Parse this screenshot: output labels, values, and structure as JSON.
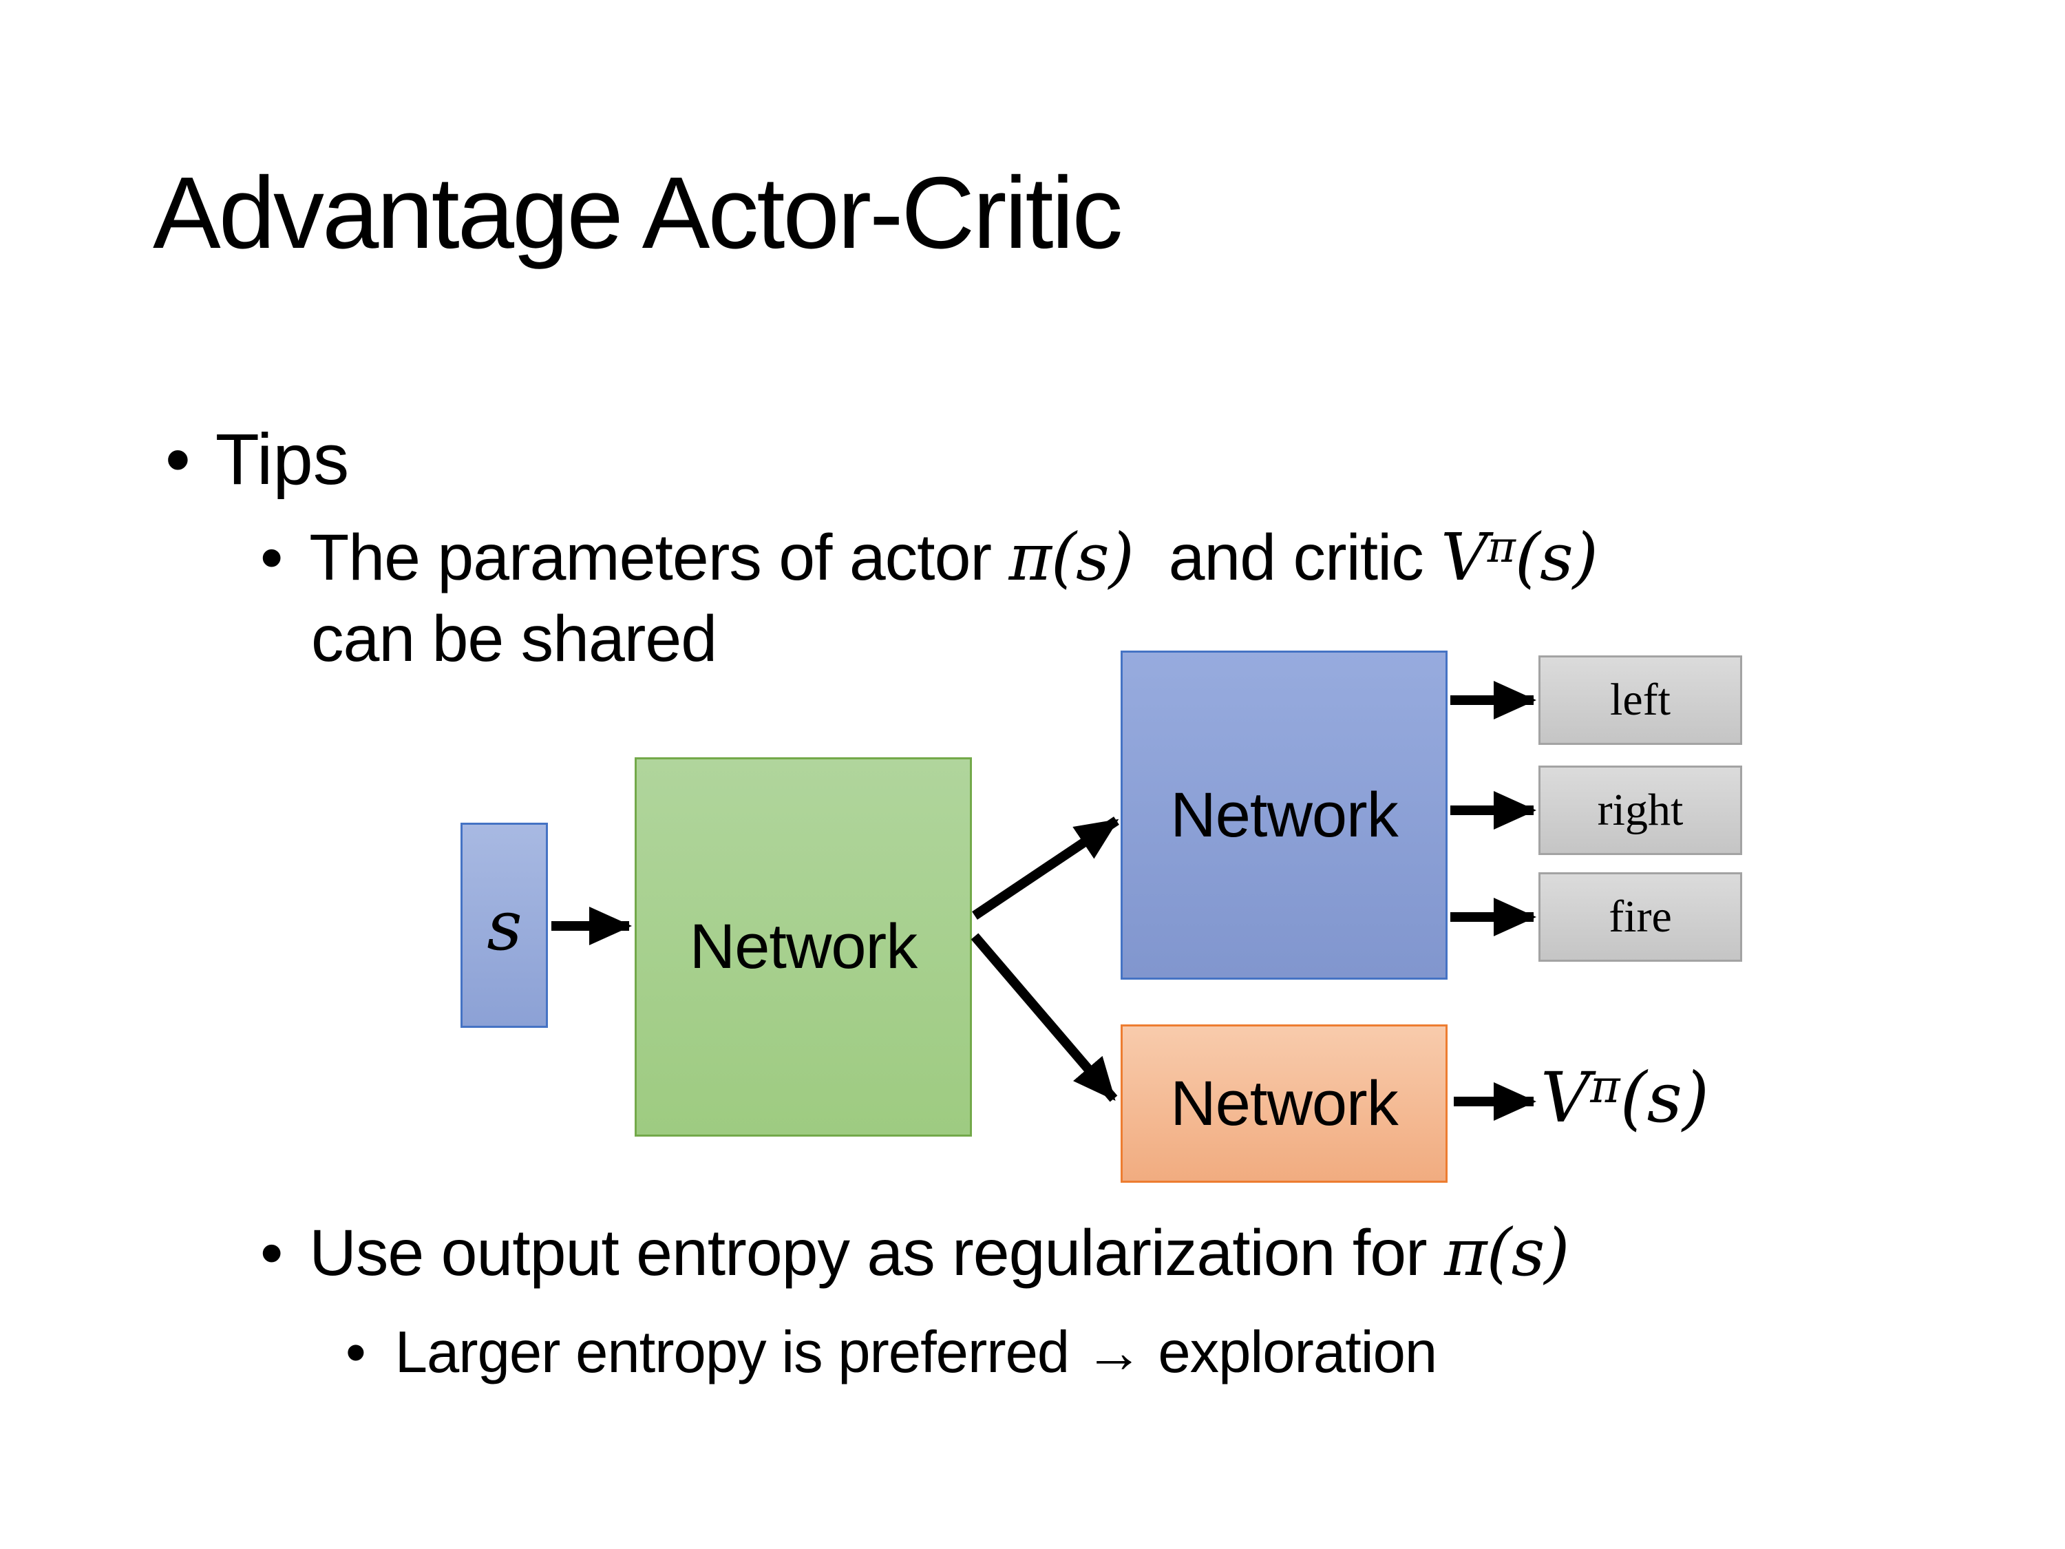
{
  "slide": {
    "title": "Advantage Actor-Critic",
    "bullet_char": "•"
  },
  "bullets": {
    "tips": "Tips",
    "param": {
      "before": "The parameters of actor ",
      "pi_s": "π(s)",
      "mid": "  and critic ",
      "V": "V",
      "V_sup": "π",
      "V_args": "(s)",
      "line2": "can be shared"
    },
    "entropy": {
      "before": "Use output entropy as regularization for ",
      "pi_s": "π(s)"
    },
    "exploration": "Larger entropy is preferred → exploration"
  },
  "diagram": {
    "state_label": "s",
    "shared_network": "Network",
    "actor_network": "Network",
    "critic_network": "Network",
    "actions": [
      "left",
      "right",
      "fire"
    ],
    "value": {
      "V": "V",
      "sup": "π",
      "args": "(s)"
    },
    "colors": {
      "state_fill": "#9AAEDB",
      "state_border": "#4573C4",
      "shared_fill": "#A7D08F",
      "shared_border": "#73A94A",
      "actor_fill": "#8CA0D6",
      "actor_border": "#4573C4",
      "critic_fill": "#F5BC96",
      "critic_border": "#ED7D31",
      "action_fill": "#D0D0D0",
      "action_border": "#A3A3A3",
      "arrow": "#000000",
      "text": "#000000",
      "background": "#FFFFFF"
    }
  }
}
